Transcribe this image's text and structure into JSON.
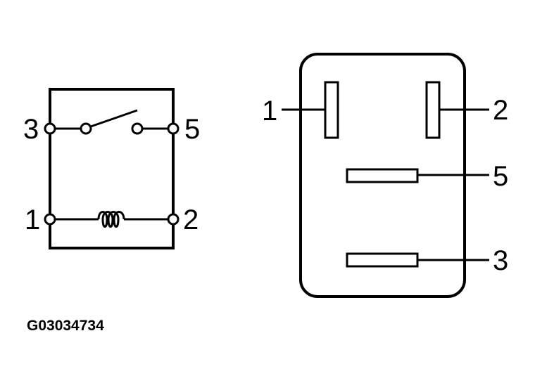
{
  "schematic": {
    "pins": {
      "p3": "3",
      "p5": "5",
      "p1": "1",
      "p2": "2"
    }
  },
  "connector": {
    "pins": {
      "p1": "1",
      "p2": "2",
      "p5": "5",
      "p3": "3"
    }
  },
  "figure_code": "G03034734"
}
